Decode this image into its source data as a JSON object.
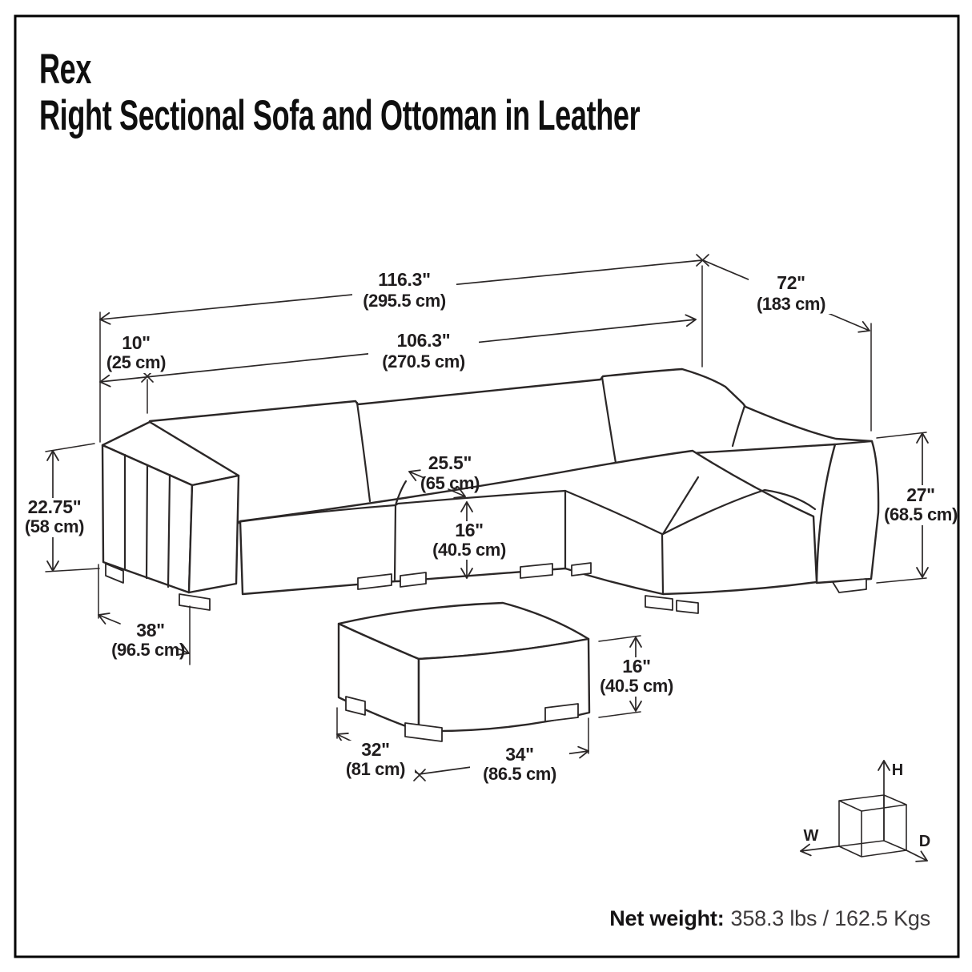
{
  "header": {
    "product_name": "Rex",
    "product_subtitle": "Right Sectional Sofa and Ottoman in Leather"
  },
  "footer": {
    "net_weight_label": "Net weight:",
    "net_weight_value": "358.3 lbs / 162.5 Kgs"
  },
  "axis_cube": {
    "width_label": "W",
    "height_label": "H",
    "depth_label": "D"
  },
  "dimensions": {
    "overall_width": {
      "inches": "116.3\"",
      "cm": "(295.5 cm)"
    },
    "overall_depth": {
      "inches": "72\"",
      "cm": "(183 cm)"
    },
    "arm_width": {
      "inches": "10\"",
      "cm": "(25 cm)"
    },
    "interior_width": {
      "inches": "106.3\"",
      "cm": "(270.5 cm)"
    },
    "seat_depth": {
      "inches": "25.5\"",
      "cm": "(65 cm)"
    },
    "seat_height": {
      "inches": "16\"",
      "cm": "(40.5 cm)"
    },
    "arm_height": {
      "inches": "22.75\"",
      "cm": "(58 cm)"
    },
    "back_height": {
      "inches": "27\"",
      "cm": "(68.5 cm)"
    },
    "sofa_depth": {
      "inches": "38\"",
      "cm": "(96.5 cm)"
    },
    "ottoman_height": {
      "inches": "16\"",
      "cm": "(40.5 cm)"
    },
    "ottoman_depth": {
      "inches": "32\"",
      "cm": "(81 cm)"
    },
    "ottoman_width": {
      "inches": "34\"",
      "cm": "(86.5 cm)"
    }
  }
}
